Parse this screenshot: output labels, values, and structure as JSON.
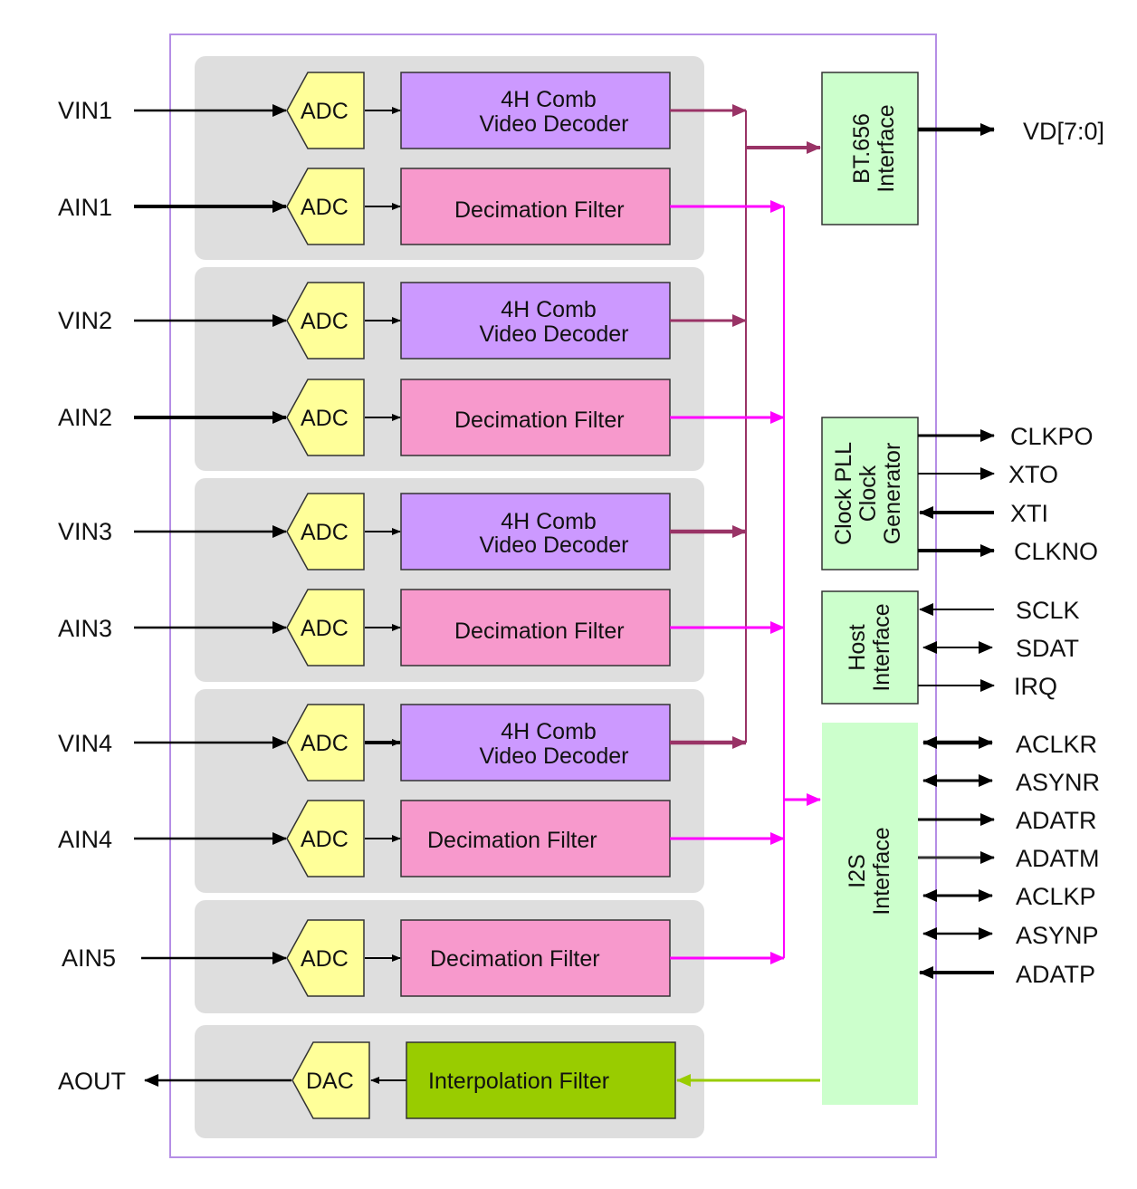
{
  "colors": {
    "outline": "#b58ee6",
    "group_bg": "#dedede",
    "adc_fill": "#ffff99",
    "video_decoder_fill": "#cc99ff",
    "decimation_fill": "#f799cc",
    "interface_fill": "#ccffcc",
    "interpolation_fill": "#99cc00",
    "video_line": "#993366",
    "audio_line": "#ff00ff",
    "dac_line": "#99cc00",
    "pin_line": "#000000"
  },
  "inputs": {
    "vin1": "VIN1",
    "ain1": "AIN1",
    "vin2": "VIN2",
    "ain2": "AIN2",
    "vin3": "VIN3",
    "ain3": "AIN3",
    "vin4": "VIN4",
    "ain4": "AIN4",
    "ain5": "AIN5",
    "aout": "AOUT"
  },
  "blocks": {
    "adc": "ADC",
    "dac": "DAC",
    "decoder_line1": "4H Comb",
    "decoder_line2": "Video Decoder",
    "decimation": "Decimation Filter",
    "interpolation": "Interpolation Filter"
  },
  "interfaces": {
    "bt656_line1": "BT.656",
    "bt656_line2": "Interface",
    "clock_line1": "Clock PLL",
    "clock_line2": "Clock",
    "clock_line3": "Generator",
    "host_line1": "Host",
    "host_line2": "Interface",
    "i2s_line1": "I2S",
    "i2s_line2": "Interface"
  },
  "outputs": {
    "vd": "VD[7:0]",
    "clkpo": "CLKPO",
    "xto": "XTO",
    "xti": "XTI",
    "clkno": "CLKNO",
    "sclk": "SCLK",
    "sdat": "SDAT",
    "irq": "IRQ",
    "aclkr": "ACLKR",
    "asynr": "ASYNR",
    "adatr": "ADATR",
    "adatm": "ADATM",
    "aclkp": "ACLKP",
    "asynp": "ASYNP",
    "adatp": "ADATP"
  }
}
